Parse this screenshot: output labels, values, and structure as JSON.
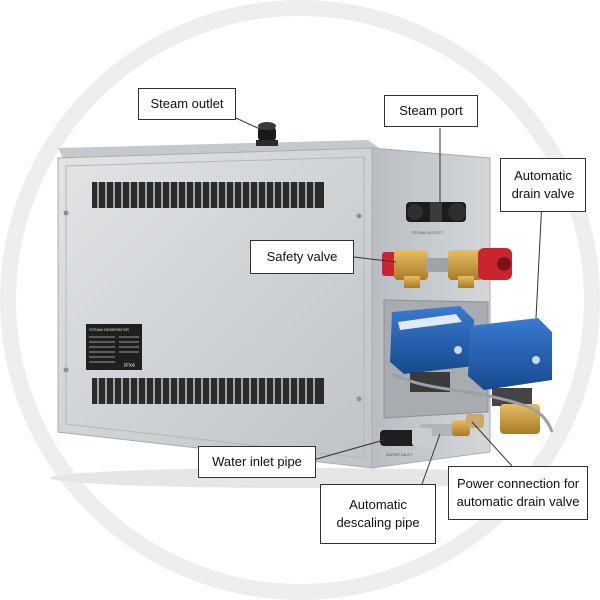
{
  "callouts": {
    "steam_outlet": "Steam outlet",
    "steam_port": "Steam port",
    "automatic_drain_valve": [
      "Automatic",
      "drain valve"
    ],
    "safety_valve": "Safety valve",
    "water_inlet_pipe": "Water inlet pipe",
    "automatic_descaling_pipe": [
      "Automatic",
      "descaling pipe"
    ],
    "power_connection": [
      "Power connection for",
      "automatic drain valve"
    ]
  },
  "product_markings": {
    "nameplate_title": "STEAM GENERATOR",
    "ip_rating": "IPX4",
    "port_label": "STEAM OUTLET",
    "inlet_label": "WATER INLET"
  },
  "colors": {
    "housing": "#cfd2d5",
    "valve_actuator": "#1f5fae",
    "safety_valve_cap": "#c8252f",
    "brass": "#c99a3c",
    "ring_watermark": "#eeeeee"
  }
}
